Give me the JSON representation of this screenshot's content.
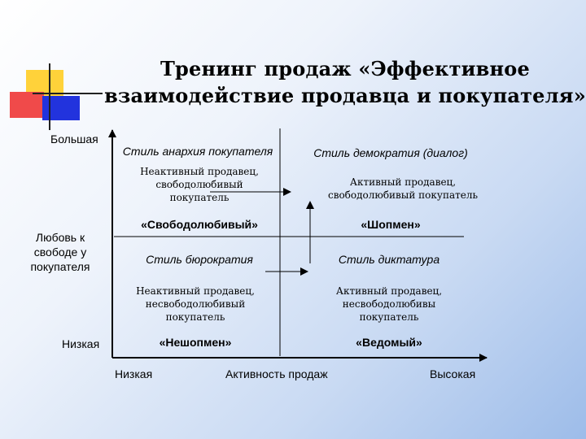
{
  "title": {
    "line1": "Тренинг продаж «Эффективное",
    "line2": "взаимодействие продавца и покупателя»"
  },
  "y_axis": {
    "high": "Большая",
    "label": "Любовь к свободе у покупателя",
    "low": "Низкая"
  },
  "x_axis": {
    "low": "Низкая",
    "label": "Активность продаж",
    "high": "Высокая"
  },
  "quadrants": {
    "top_left": {
      "style": "Стиль анархия покупателя",
      "description": "Неактивный продавец, свободолюбивый покупатель",
      "name": "«Свободолюбивый»"
    },
    "top_right": {
      "style": "Стиль демократия (диалог)",
      "description": "Активный продавец, свободолюбивый покупатель",
      "name": "«Шопмен»"
    },
    "bottom_left": {
      "style": "Стиль бюрократия",
      "description": "Неактивный продавец, несвободолюбивый покупатель",
      "name": "«Нешопмен»"
    },
    "bottom_right": {
      "style": "Стиль диктатура",
      "description": "Активный продавец, несвободолюбивы покупатель",
      "name": "«Ведомый»"
    }
  },
  "colors": {
    "logo_yellow": "#ffd23a",
    "logo_red": "#f04a4a",
    "logo_blue": "#2233dd"
  }
}
